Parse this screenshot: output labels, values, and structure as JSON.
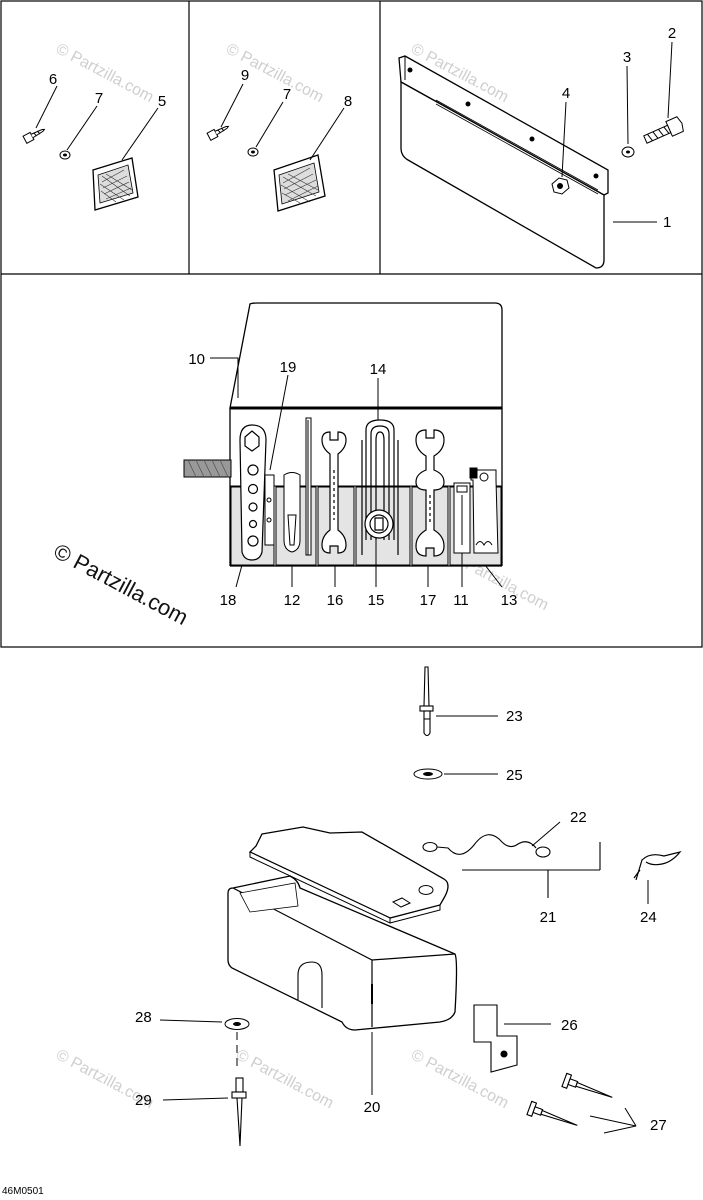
{
  "diagram": {
    "watermark": "© Partzilla.com",
    "code": "46M0501",
    "callouts": {
      "c1": "1",
      "c2": "2",
      "c3": "3",
      "c4": "4",
      "c5": "5",
      "c6": "6",
      "c7a": "7",
      "c7b": "7",
      "c8": "8",
      "c9": "9",
      "c10": "10",
      "c11": "11",
      "c12": "12",
      "c13": "13",
      "c14": "14",
      "c15": "15",
      "c16": "16",
      "c17": "17",
      "c18": "18",
      "c19": "19",
      "c20": "20",
      "c21": "21",
      "c22": "22",
      "c23": "23",
      "c24": "24",
      "c25": "25",
      "c26": "26",
      "c27": "27",
      "c28": "28",
      "c29": "29"
    }
  }
}
